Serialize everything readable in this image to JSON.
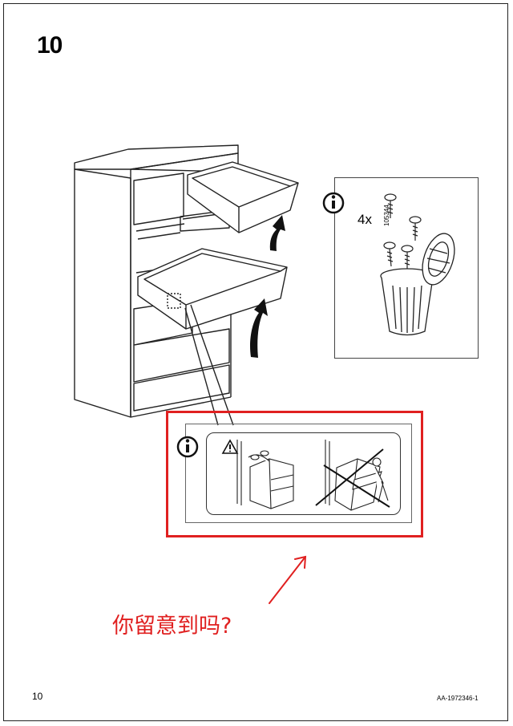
{
  "step": {
    "number": "10"
  },
  "footer": {
    "page_number": "10",
    "doc_code": "AA-1972346-1"
  },
  "parts_box": {
    "quantity": "4x",
    "part_number": "105344"
  },
  "annotation": {
    "text": "你留意到吗?"
  },
  "colors": {
    "annotation_red": "#e02020",
    "line": "#222222"
  },
  "icons": [
    "info-icon",
    "screw-icon",
    "trash-can-icon",
    "warning-triangle-icon",
    "arrow-up-icon"
  ]
}
